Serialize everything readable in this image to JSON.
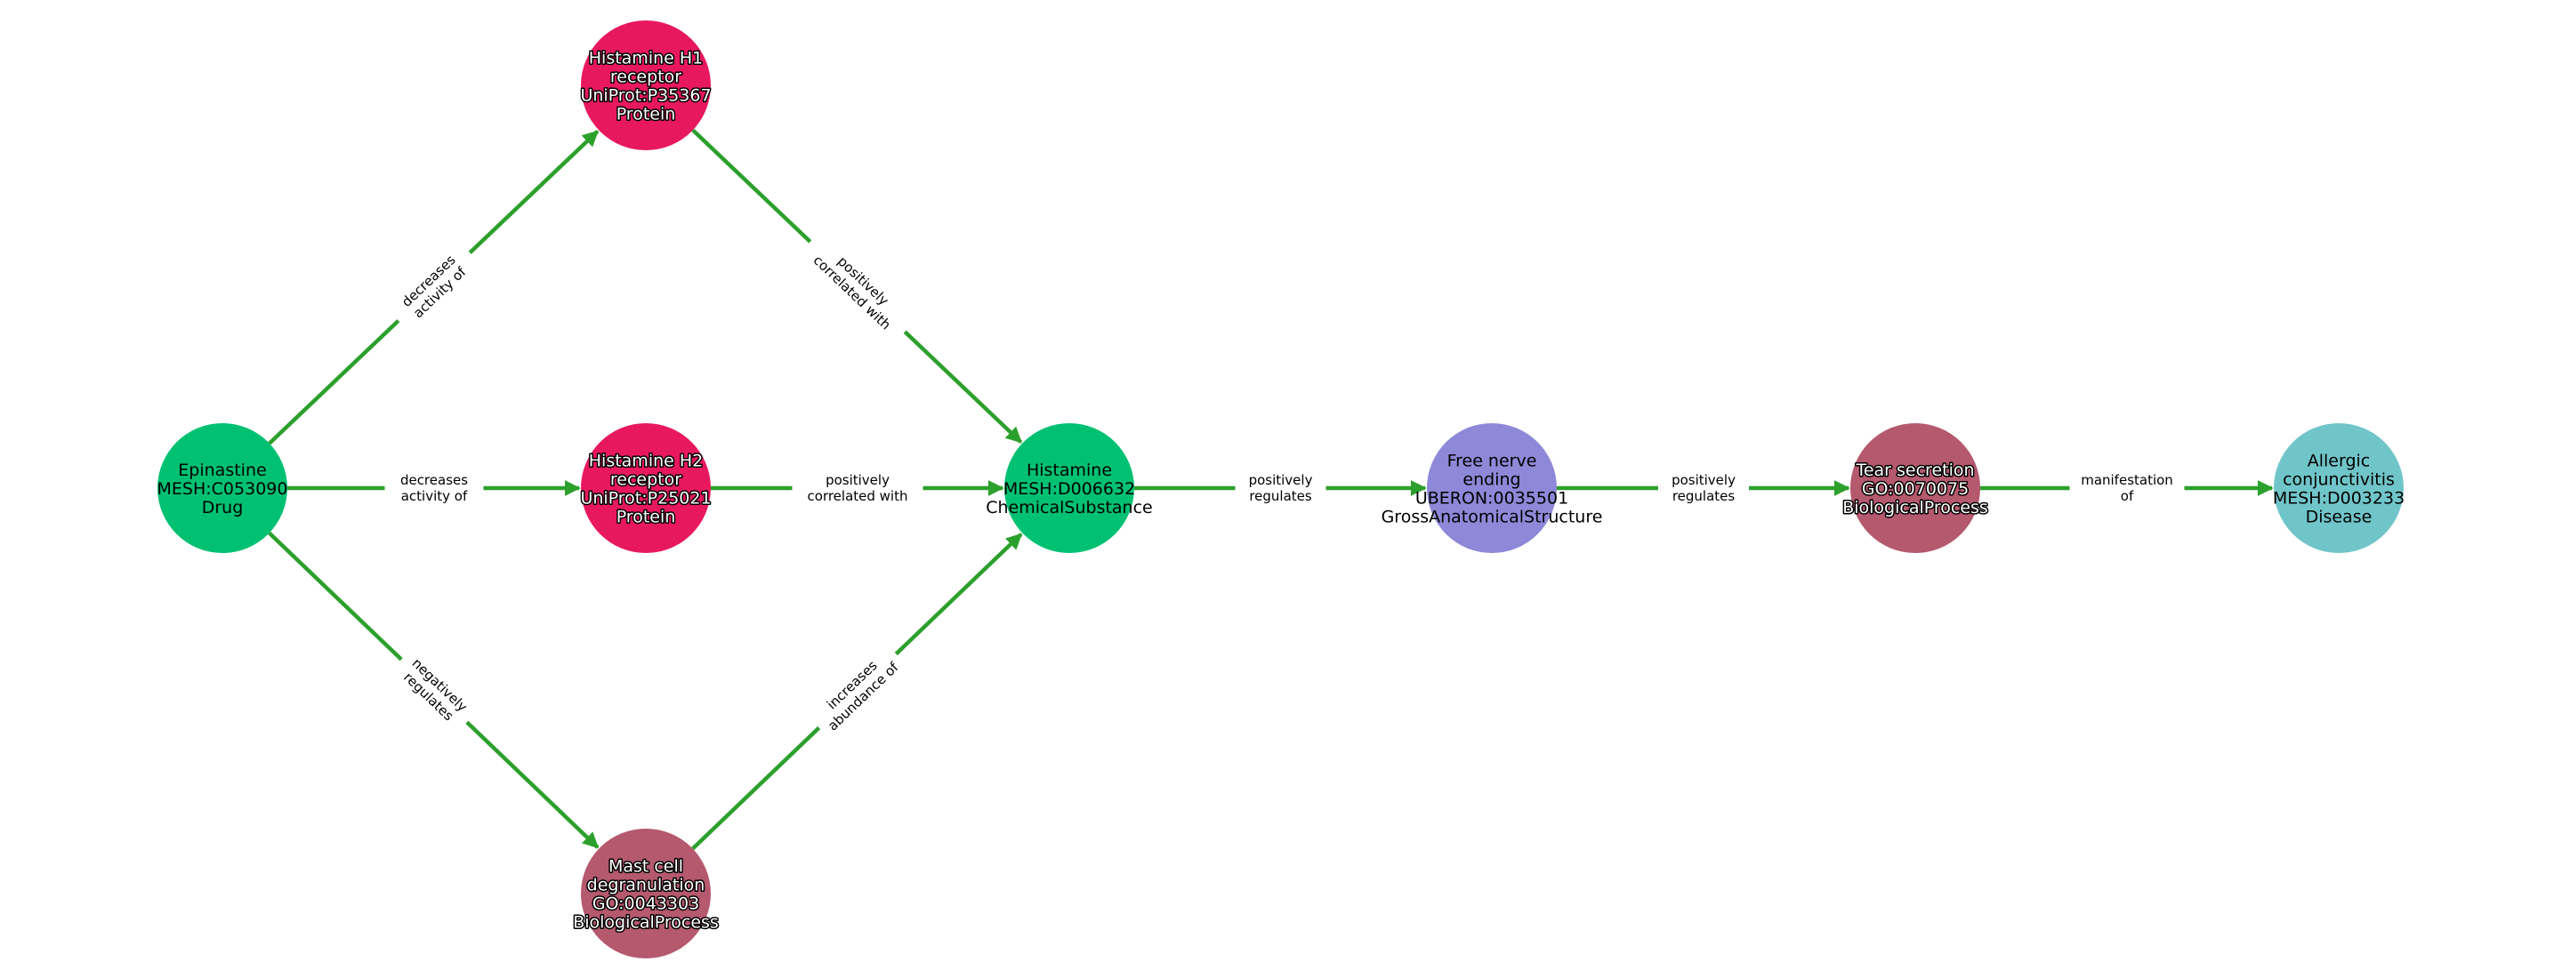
{
  "colors": {
    "edge": "#2ca02c",
    "Drug": "#00c172",
    "ChemicalSubstance": "#00c172",
    "Protein": "#e8185f",
    "BiologicalProcess": "#b5596e",
    "GrossAnatomicalStructure": "#8e88d8",
    "Disease": "#70c5c9"
  },
  "nodes": [
    {
      "id": "epinastine",
      "lines": [
        "Epinastine",
        "MESH:C053090",
        "Drug"
      ],
      "category": "Drug",
      "style": "light"
    },
    {
      "id": "h1",
      "lines": [
        "Histamine H1",
        "receptor",
        "UniProt:P35367",
        "Protein"
      ],
      "category": "Protein",
      "style": "dark"
    },
    {
      "id": "h2",
      "lines": [
        "Histamine H2",
        "receptor",
        "UniProt:P25021",
        "Protein"
      ],
      "category": "Protein",
      "style": "dark"
    },
    {
      "id": "mast",
      "lines": [
        "Mast cell",
        "degranulation",
        "GO:0043303",
        "BiologicalProcess"
      ],
      "category": "BiologicalProcess",
      "style": "dark"
    },
    {
      "id": "histamine",
      "lines": [
        "Histamine",
        "MESH:D006632",
        "ChemicalSubstance"
      ],
      "category": "ChemicalSubstance",
      "style": "light"
    },
    {
      "id": "nerve",
      "lines": [
        "Free nerve",
        "ending",
        "UBERON:0035501",
        "GrossAnatomicalStructure"
      ],
      "category": "GrossAnatomicalStructure",
      "style": "light"
    },
    {
      "id": "tear",
      "lines": [
        "Tear secretion",
        "GO:0070075",
        "BiologicalProcess"
      ],
      "category": "BiologicalProcess",
      "style": "dark"
    },
    {
      "id": "allergic",
      "lines": [
        "Allergic",
        "conjunctivitis",
        "MESH:D003233",
        "Disease"
      ],
      "category": "Disease",
      "style": "light"
    }
  ],
  "edges": [
    {
      "source": "epinastine",
      "target": "h1",
      "lines": [
        "decreases",
        "activity of"
      ]
    },
    {
      "source": "epinastine",
      "target": "h2",
      "lines": [
        "decreases",
        "activity of"
      ]
    },
    {
      "source": "epinastine",
      "target": "mast",
      "lines": [
        "negatively",
        "regulates"
      ]
    },
    {
      "source": "h1",
      "target": "histamine",
      "lines": [
        "positively",
        "correlated with"
      ]
    },
    {
      "source": "h2",
      "target": "histamine",
      "lines": [
        "positively",
        "correlated with"
      ]
    },
    {
      "source": "mast",
      "target": "histamine",
      "lines": [
        "increases",
        "abundance of"
      ]
    },
    {
      "source": "histamine",
      "target": "nerve",
      "lines": [
        "positively",
        "regulates"
      ]
    },
    {
      "source": "nerve",
      "target": "tear",
      "lines": [
        "positively",
        "regulates"
      ]
    },
    {
      "source": "tear",
      "target": "allergic",
      "lines": [
        "manifestation",
        "of"
      ]
    }
  ]
}
